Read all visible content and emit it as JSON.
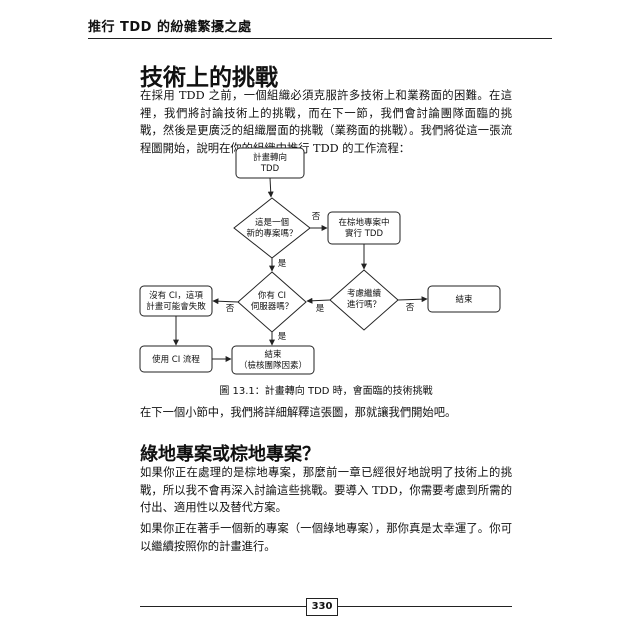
{
  "header": {
    "title": "推行 TDD 的紛雜繁擾之處"
  },
  "section1": {
    "heading": "技術上的挑戰",
    "para1": "在採用 TDD 之前，一個組織必須克服許多技術上和業務面的困難。在這裡，我們將討論技術上的挑戰，而在下一節，我們會討論團隊面臨的挑戰，然後是更廣泛的組織層面的挑戰（業務面的挑戰）。我們將從這一張流程圖開始，說明在你的組織中推行 TDD 的工作流程：",
    "para2": "在下一個小節中，我們將詳細解釋這張圖，那就讓我們開始吧。"
  },
  "diagram": {
    "start": [
      "計畫轉向",
      "TDD"
    ],
    "decision_new": [
      "這是一個",
      "新的專案嗎？"
    ],
    "brownfield": [
      "在棕地專案中",
      "實行 TDD"
    ],
    "decision_ci": [
      "你有 CI",
      "伺服器嗎？"
    ],
    "decision_continue": [
      "考慮繼續",
      "進行嗎？"
    ],
    "no_ci_note": [
      "沒有 CI，這項",
      "計畫可能會失敗"
    ],
    "use_ci": "使用 CI 流程",
    "end_main": [
      "結束",
      "（檢核團隊因素）"
    ],
    "end_right": "結束",
    "label_no": "否",
    "label_yes": "是",
    "caption": "圖 13.1：計畫轉向 TDD 時，會面臨的技術挑戰"
  },
  "section2": {
    "heading": "綠地專案或棕地專案？",
    "para1": "如果你正在處理的是棕地專案，那麼前一章已經很好地說明了技術上的挑戰，所以我不會再深入討論這些挑戰。要導入 TDD，你需要考慮到所需的付出、適用性以及替代方案。",
    "para2": "如果你正在著手一個新的專案（一個綠地專案），那你真是太幸運了。你可以繼續按照你的計畫進行。"
  },
  "footer": {
    "page_number": "330"
  }
}
